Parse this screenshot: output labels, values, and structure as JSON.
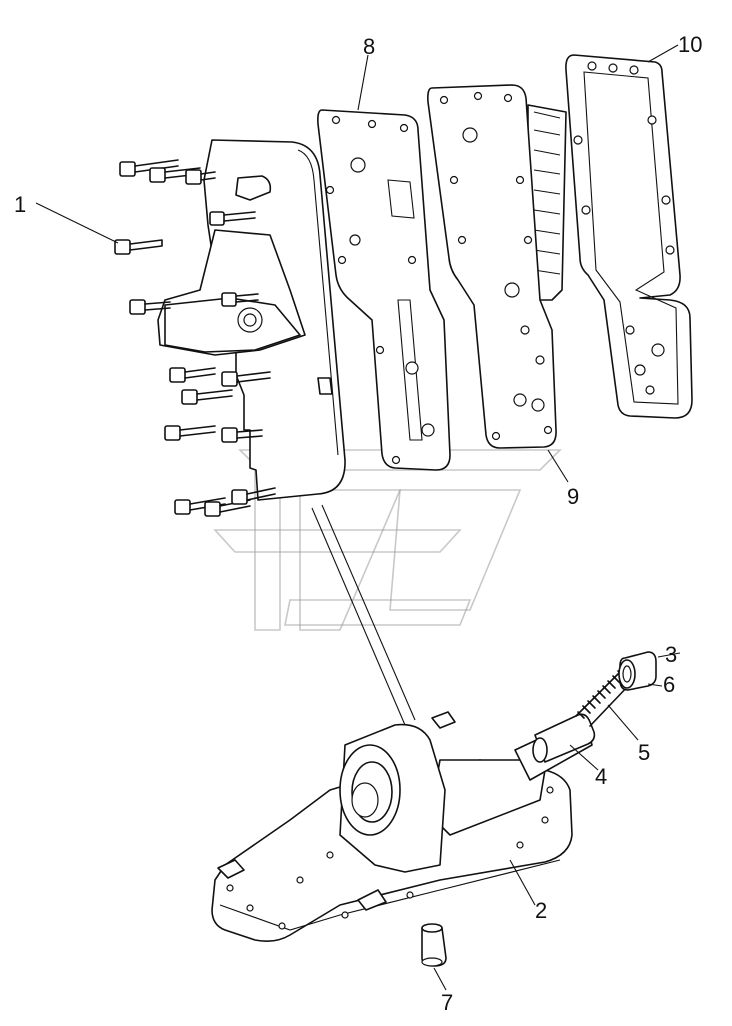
{
  "diagram": {
    "callouts": [
      {
        "id": "1",
        "text": "1"
      },
      {
        "id": "2",
        "text": "2"
      },
      {
        "id": "3",
        "text": "3"
      },
      {
        "id": "4",
        "text": "4"
      },
      {
        "id": "5",
        "text": "5"
      },
      {
        "id": "6",
        "text": "6"
      },
      {
        "id": "7",
        "text": "7"
      },
      {
        "id": "8",
        "text": "8"
      },
      {
        "id": "9",
        "text": "9"
      },
      {
        "id": "10",
        "text": "10"
      }
    ]
  },
  "colors": {
    "line": "#111111",
    "background": "#ffffff",
    "watermark": "#9a9a9a"
  }
}
